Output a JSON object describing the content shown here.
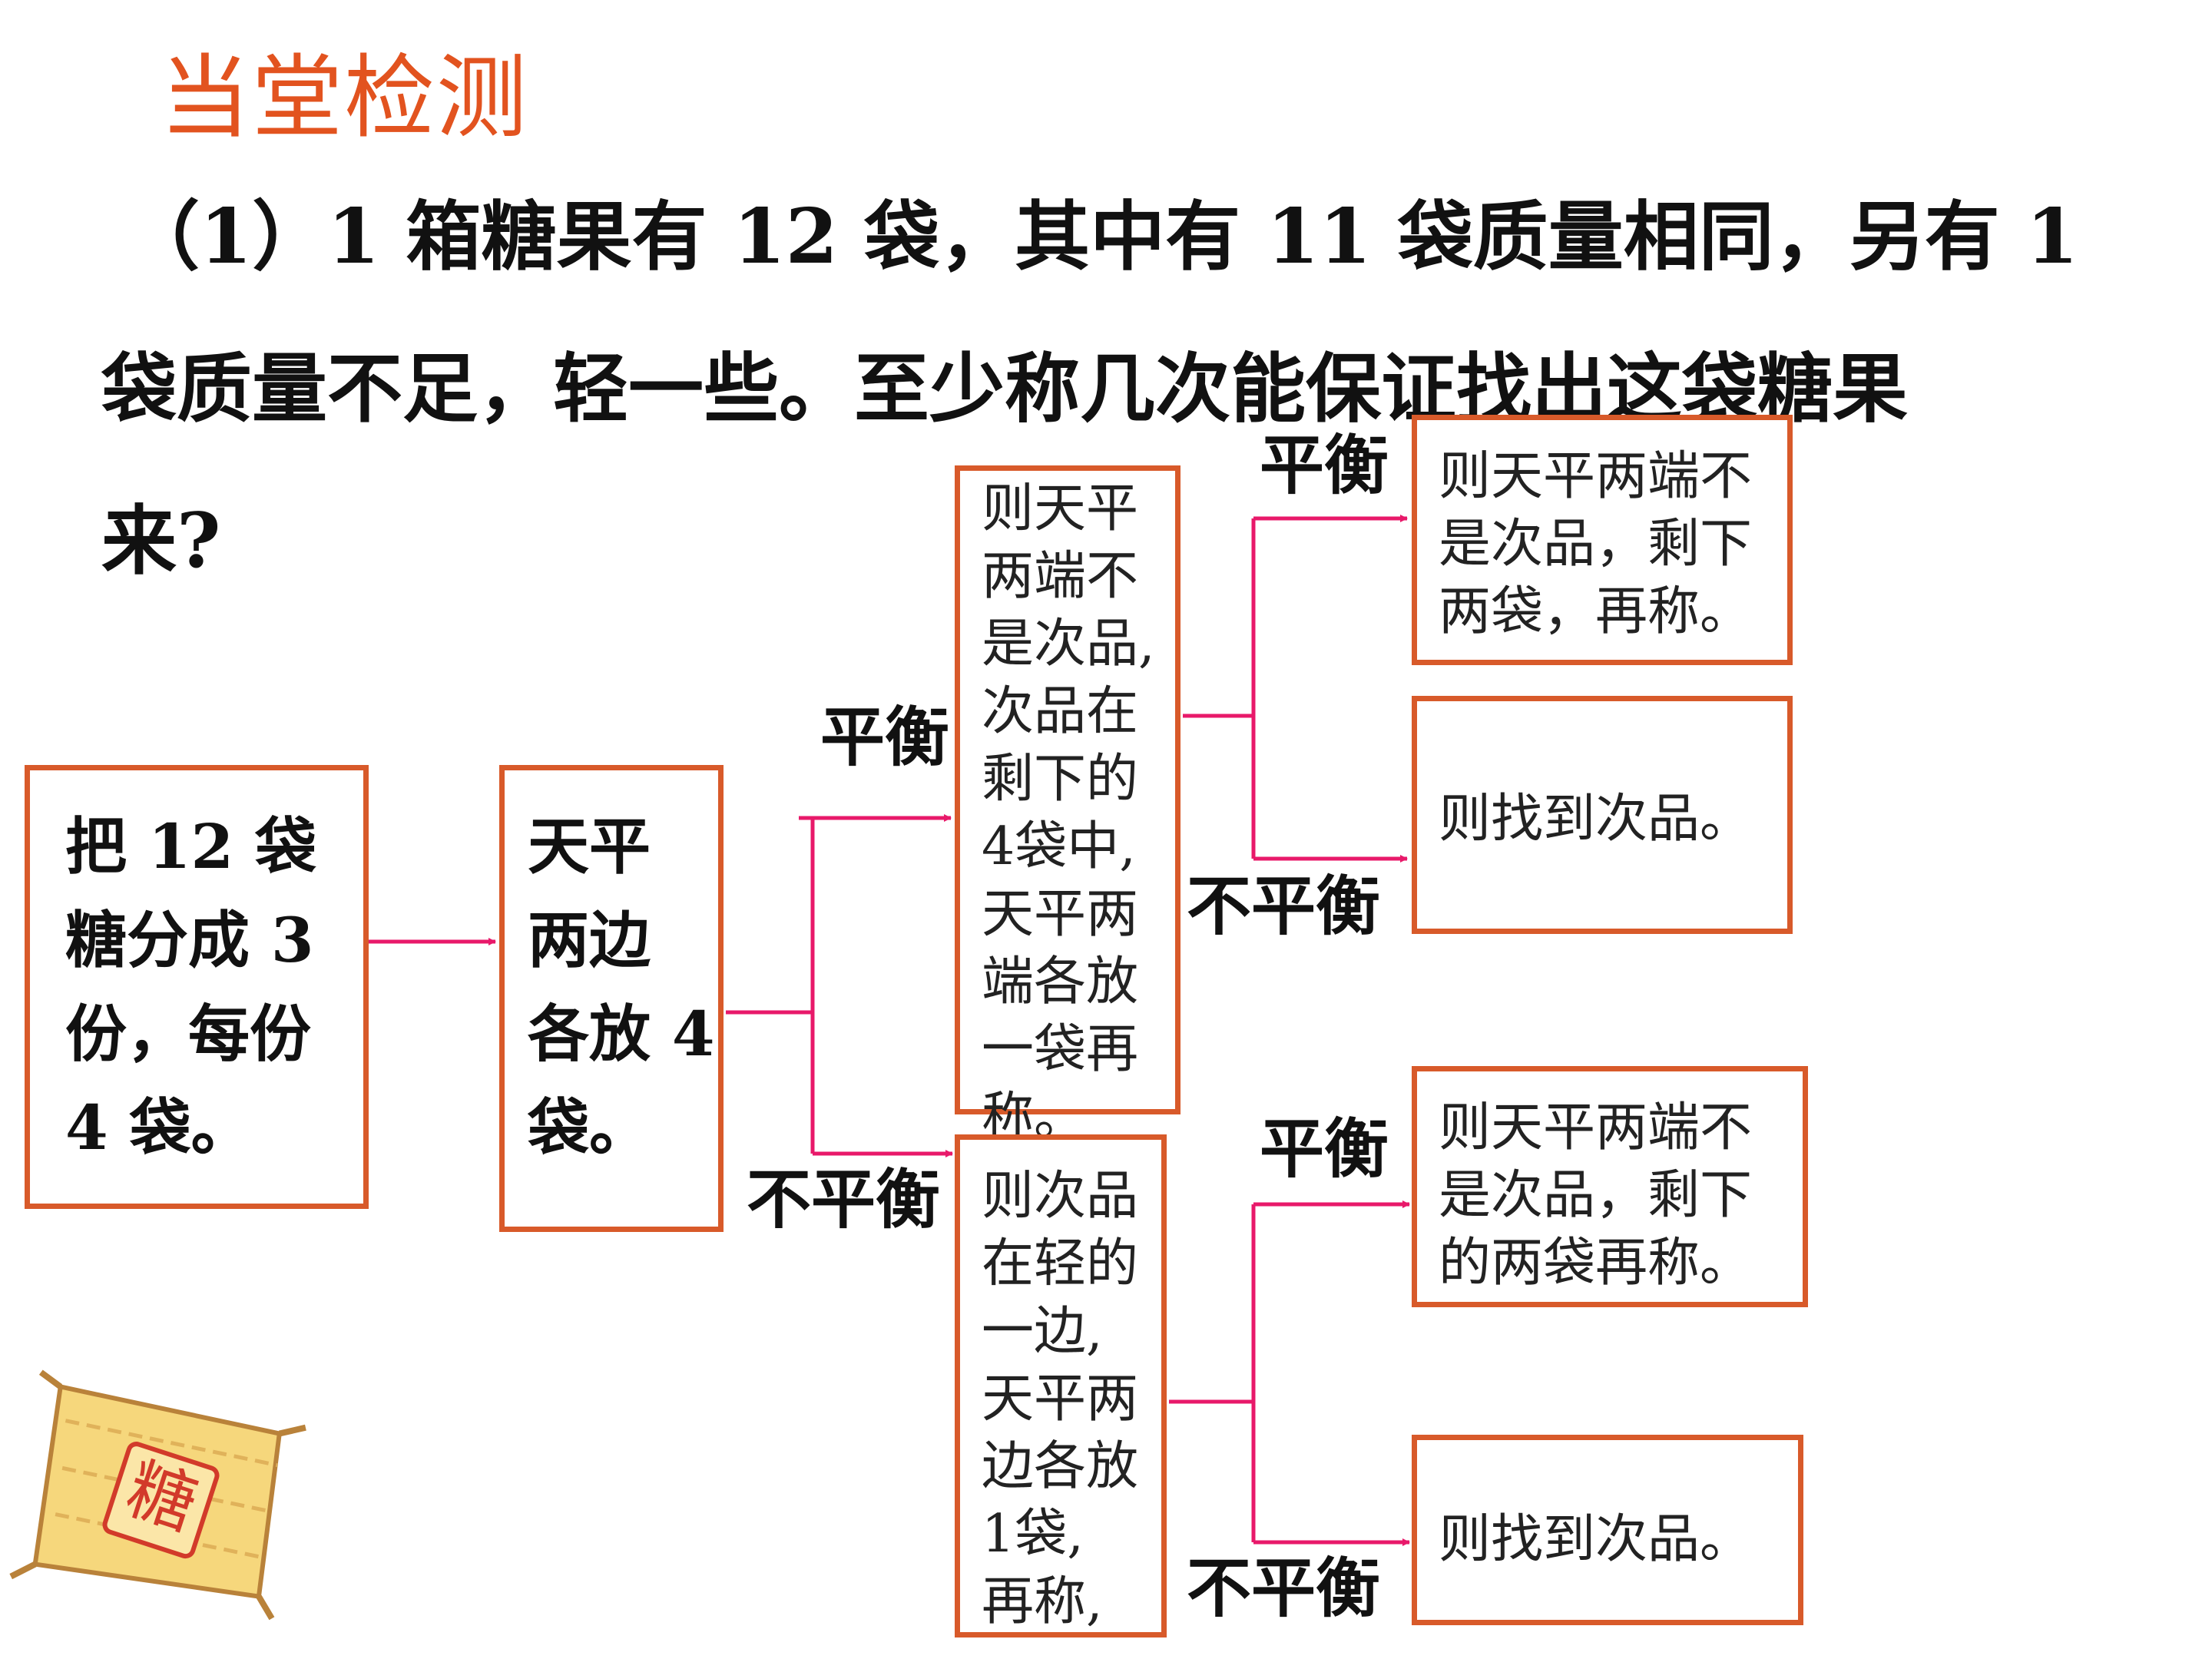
{
  "title": "当堂检测",
  "question": {
    "line1": "（1）1 箱糖果有 12 袋，其中有 11 袋质量相同，另有 1",
    "line2": "袋质量不足，轻一些。至少称几次能保证找出这袋糖果",
    "line3": "来?"
  },
  "boxes": {
    "start": [
      "把 12 袋",
      "糖分成 3",
      "份，每份",
      "4 袋。"
    ],
    "weigh": [
      "天平",
      "两边",
      "各放 4",
      "袋。"
    ],
    "balanced_branch": [
      "则天平",
      "两端不",
      "是次品,",
      "次品在",
      "剩下的",
      "4袋中,",
      "天平两",
      "端各放",
      "一袋再",
      "称。"
    ],
    "unbalanced_branch": [
      "则次品",
      "在轻的",
      "一边,",
      "天平两",
      "边各放",
      "1袋,",
      "再称,"
    ],
    "result_1": [
      "则天平两端不",
      "是次品，剩下",
      "两袋，再称。"
    ],
    "result_2": [
      "则找到次品。"
    ],
    "result_3": [
      "则天平两端不",
      "是次品，剩下",
      "的两袋再称。"
    ],
    "result_4": [
      "则找到次品。"
    ]
  },
  "labels": {
    "balanced": "平衡",
    "unbalanced": "不平衡"
  },
  "colors": {
    "title": "#e2531f",
    "box_border": "#d85a2a",
    "arrow": "#e8196a"
  },
  "icons": {
    "candy_bag": "糖"
  }
}
